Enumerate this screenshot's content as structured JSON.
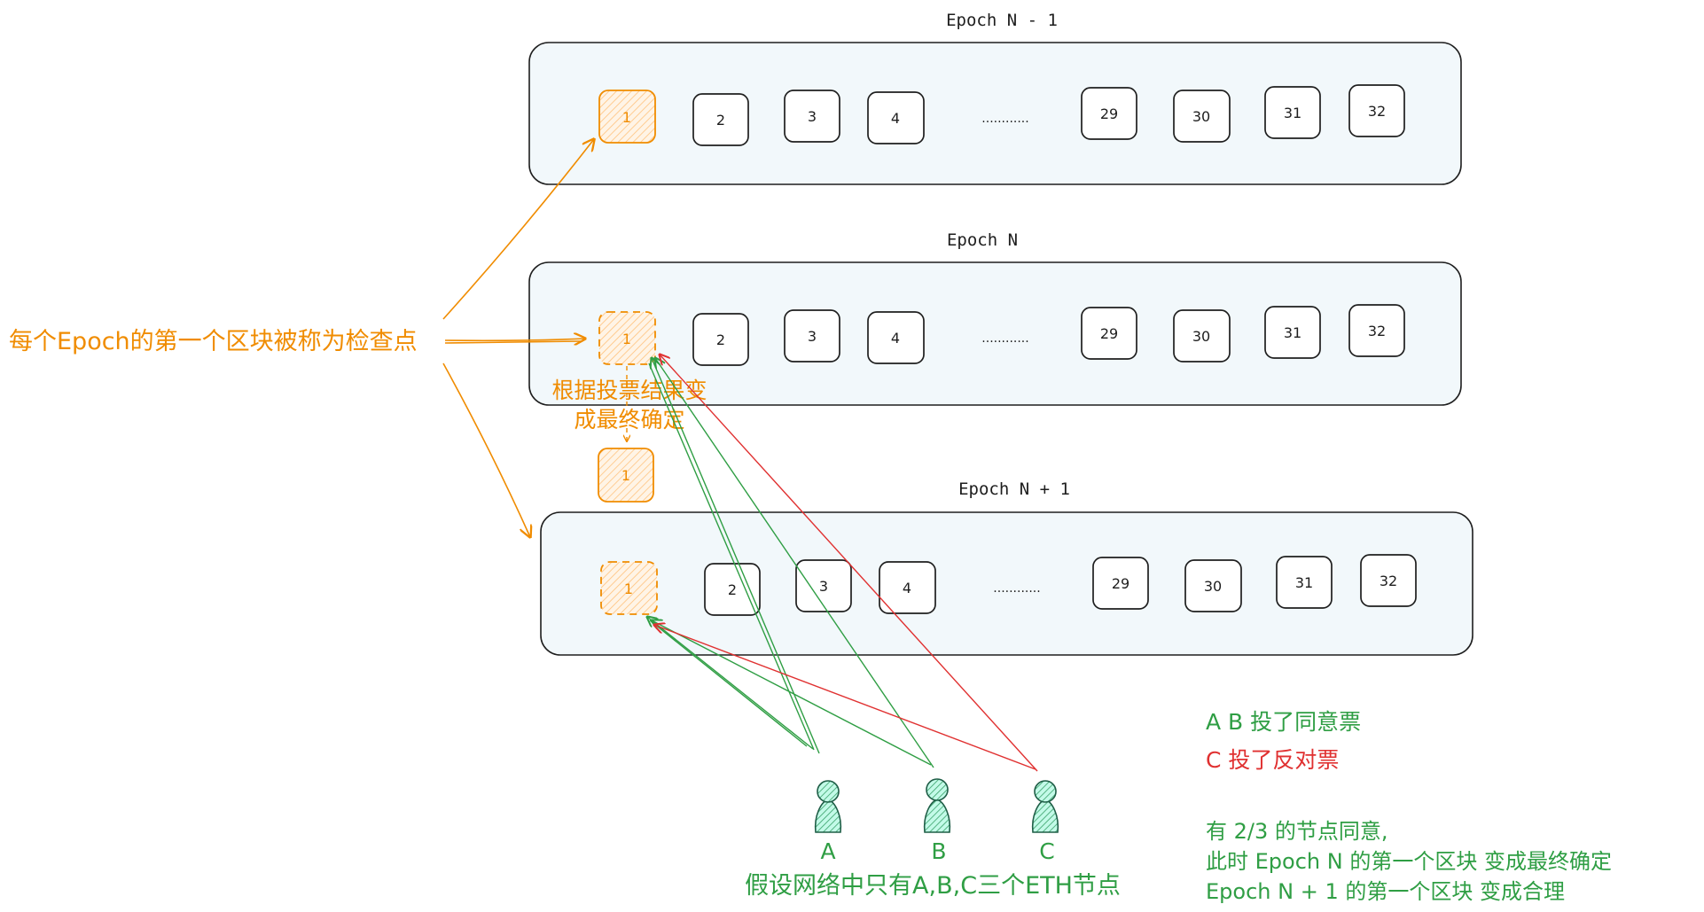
{
  "colors": {
    "ink": "#1e1e1e",
    "orange": "#f08c00",
    "green": "#2f9e44",
    "red": "#e03131",
    "panel_fill": "#f2f8fb",
    "node_fill": "#a8e0c7",
    "node_stroke": "#1f5e47"
  },
  "epochs": [
    {
      "title": "Epoch N - 1",
      "checkpoint_label": "1",
      "checkpoint_style": "solid",
      "blocks": [
        "2",
        "3",
        "4"
      ],
      "ellipsis": "............",
      "tail_blocks": [
        "29",
        "30",
        "31",
        "32"
      ]
    },
    {
      "title": "Epoch N",
      "checkpoint_label": "1",
      "checkpoint_style": "dashed",
      "blocks": [
        "2",
        "3",
        "4"
      ],
      "ellipsis": "............",
      "tail_blocks": [
        "29",
        "30",
        "31",
        "32"
      ]
    },
    {
      "title": "Epoch N + 1",
      "checkpoint_label": "1",
      "checkpoint_style": "dashed",
      "blocks": [
        "2",
        "3",
        "4"
      ],
      "ellipsis": "............",
      "tail_blocks": [
        "29",
        "30",
        "31",
        "32"
      ]
    }
  ],
  "finalized_block_label": "1",
  "checkpoint_note": "每个Epoch的第一个区块被称为检查点",
  "finalize_note": [
    "根据投票结果变",
    "成最终确定"
  ],
  "nodes": [
    {
      "label": "A",
      "vote": "agree"
    },
    {
      "label": "B",
      "vote": "agree"
    },
    {
      "label": "C",
      "vote": "disagree"
    }
  ],
  "nodes_caption": "假设网络中只有A,B,C三个ETH节点",
  "legend": {
    "agree": "A B 投了同意票",
    "disagree": "C 投了反对票"
  },
  "conclusion": [
    "有 2/3 的节点同意,",
    "此时 Epoch N 的第一个区块 变成最终确定",
    "Epoch N + 1 的第一个区块 变成合理"
  ]
}
